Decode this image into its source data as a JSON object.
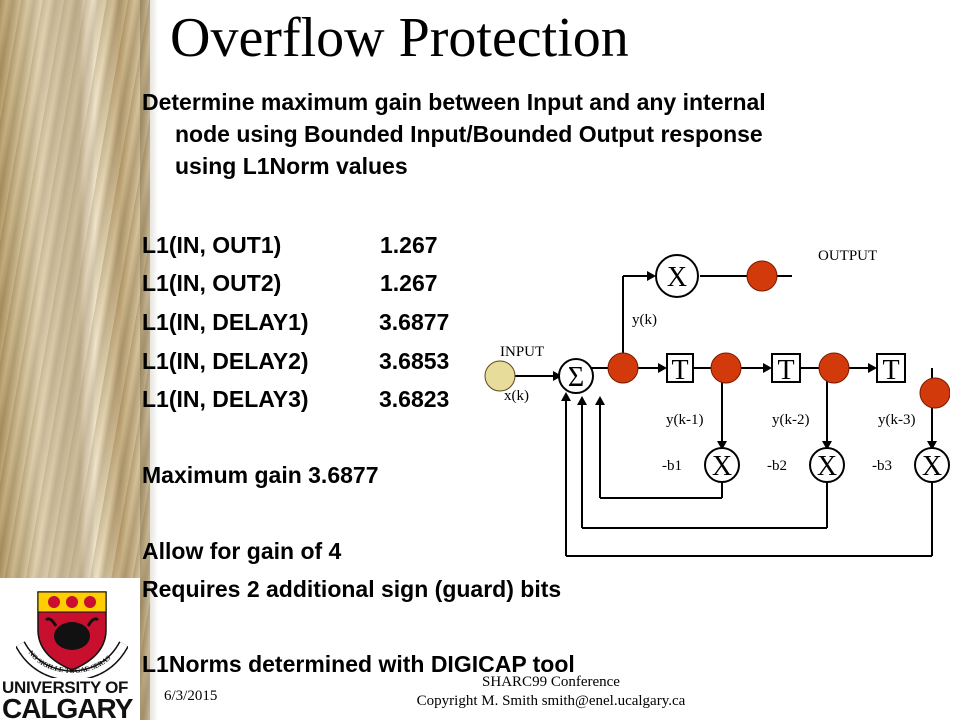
{
  "title": "Overflow Protection",
  "intro": {
    "line1": "Determine maximum gain between Input and any internal",
    "line2": "node using Bounded Input/Bounded Output response",
    "line3": "using L1Norm values"
  },
  "l1_norms": [
    {
      "label": "L1(IN, OUT1)",
      "value": "1.267"
    },
    {
      "label": "L1(IN, OUT2)",
      "value": "1.267"
    },
    {
      "label": "L1(IN, DELAY1)",
      "value": "3.6877"
    },
    {
      "label": "L1(IN, DELAY2)",
      "value": "3.6853"
    },
    {
      "label": "L1(IN, DELAY3)",
      "value": "3.6823"
    }
  ],
  "max_gain": "Maximum gain 3.6877",
  "allow_gain": "Allow for gain of 4",
  "requires": "Requires 2 additional sign (guard) bits",
  "tool": "L1Norms determined with DIGICAP tool",
  "footer": {
    "date": "6/3/2015",
    "conference": "SHARC99 Conference",
    "copyright": "Copyright M. Smith  smith@enel.ucalgary.ca"
  },
  "logo": {
    "line1": "UNIVERSITY OF",
    "line2": "CALGARY",
    "motto": "NO SIGILLE TOGAE SERAS"
  },
  "diagram": {
    "output_label": "OUTPUT",
    "input_label": "INPUT",
    "yk": "y(k)",
    "xk": "x(k)",
    "sum_symbol": "Σ",
    "delay_symbol": "T",
    "mult_symbol": "X",
    "yk1": "y(k-1)",
    "yk2": "y(k-2)",
    "yk3": "y(k-3)",
    "b1": "-b1",
    "b2": "-b2",
    "b3": "-b3",
    "node_color": "#d23a0c",
    "input_color": "#e8dc9a"
  }
}
